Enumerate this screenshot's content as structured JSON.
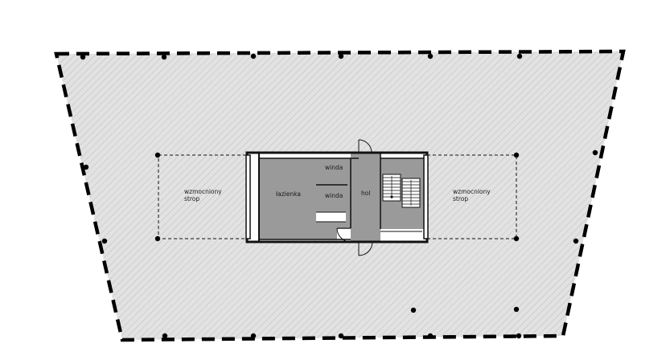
{
  "labels": {
    "left_slab": [
      "wzmocniony",
      "strop"
    ],
    "right_slab": [
      "wzmocniony",
      "strop"
    ],
    "bathroom": "łazienka",
    "elevator_upper": "winda",
    "elevator_lower": "winda",
    "hall": "hol"
  },
  "colors": {
    "floor_hatch_bg": "#e2e2e2",
    "hatch_line": "#bdbdbd",
    "core_fill": "#9a9a9a",
    "wall": "#111111",
    "outline": "#000000"
  }
}
